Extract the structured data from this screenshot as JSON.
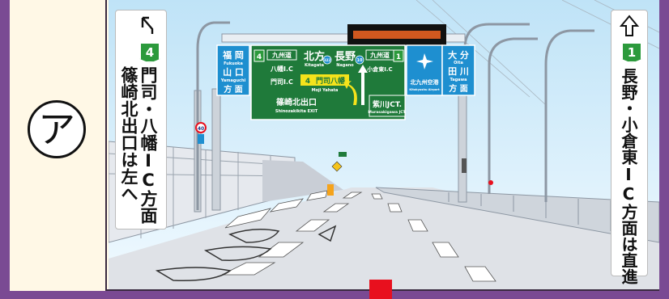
{
  "marker": {
    "label": "ア"
  },
  "left_instruction": {
    "route_number": "4",
    "line1": "門司・八幡IC方面",
    "line2": "篠崎北出口は左へ"
  },
  "right_instruction": {
    "route_number": "1",
    "text": "長野・小倉東IC方面は直進"
  },
  "signs": {
    "left_panel": {
      "line1": "福 岡",
      "sub1": "Fukuoka",
      "line2": "山 口",
      "sub2": "Yamaguchi",
      "line3": "方 面"
    },
    "center_top": {
      "route_left": "4",
      "label_kyushu1": "九州道",
      "label_hachiman": "八幡I.C",
      "label_mojikou": "門司I.C",
      "kitagata": "北方",
      "kitagata_sub": "Kitagata",
      "nagano": "長野",
      "nagano_sub": "Nagano",
      "route_322": "322",
      "route_10": "10",
      "label_kyushu2": "九州道",
      "label_kokura": "小倉東I.C",
      "route_right": "1",
      "route_moji_badge": "4",
      "moji_yahata": "門司八幡",
      "moji_yahata_sub": "Moji Yahata"
    },
    "exit_sign": {
      "text": "篠崎北出口",
      "sub": "Shinozakikita EXIT"
    },
    "junction_sign": {
      "text": "紫川JCT.",
      "sub": "Murasakigawa JCT."
    },
    "right_panel": {
      "airport": "北九州空港",
      "airport_sub": "Kitakyushu Airport",
      "oita": "大 分",
      "oita_sub": "Oita",
      "tagawa": "田 川",
      "tagawa_sub": "Tagawa",
      "direction": "方 面"
    },
    "speed_limit": "40"
  },
  "colors": {
    "frame": "#7a4a93",
    "sign_blue": "#1e8fd0",
    "sign_green": "#1f7a3a",
    "route_green": "#2c9a3c",
    "accent_red": "#e8101e"
  }
}
